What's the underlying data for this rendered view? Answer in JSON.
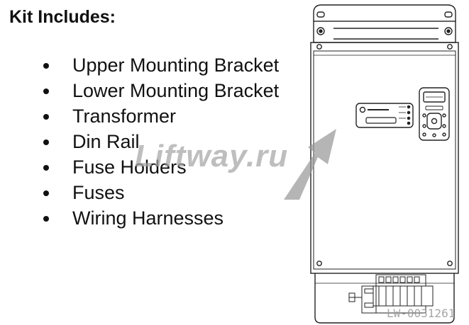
{
  "heading": "Kit Includes:",
  "items": [
    "Upper Mounting Bracket",
    "Lower Mounting Bracket",
    "Transformer",
    "Din Rail",
    "Fuse Holders",
    "Fuses",
    "Wiring Harnesses"
  ],
  "watermark": "Liftway.ru",
  "part_code": "LW-0031261",
  "colors": {
    "text": "#111111",
    "line": "#222222",
    "watermark": "#a5a5a5"
  }
}
